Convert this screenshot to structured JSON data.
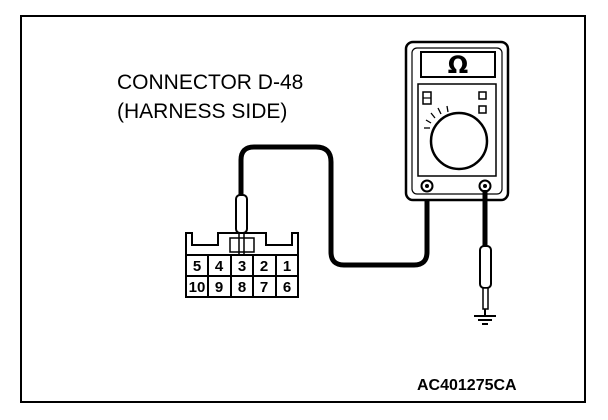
{
  "connector": {
    "title": "CONNECTOR D-48",
    "side": "(HARNESS SIDE)",
    "pins_top": [
      "5",
      "4",
      "3",
      "2",
      "1"
    ],
    "pins_bottom": [
      "10",
      "9",
      "8",
      "7",
      "6"
    ]
  },
  "meter": {
    "symbol": "Ω",
    "icon": "ohmmeter-icon"
  },
  "ground": {
    "icon": "ground-symbol-icon"
  },
  "figure_id": "AC401275CA"
}
